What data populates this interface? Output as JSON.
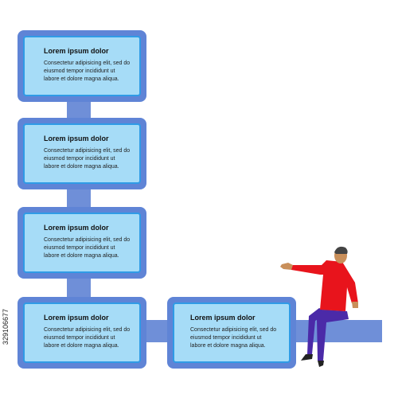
{
  "cards": [
    {
      "title": "Lorem ipsum dolor",
      "body": "Consectetur adipisicing elit, sed do\neiusmod tempor incididunt ut\nlabore et dolore magna aliqua."
    },
    {
      "title": "Lorem ipsum dolor",
      "body": "Consectetur adipisicing elit, sed do\neiusmod tempor incididunt ut\nlabore et dolore magna aliqua."
    },
    {
      "title": "Lorem ipsum dolor",
      "body": "Consectetur adipisicing elit, sed do\neiusmod tempor incididunt ut\nlabore et dolore magna aliqua."
    },
    {
      "title": "Lorem ipsum dolor",
      "body": "Consectetur adipisicing elit, sed do\neiusmod tempor incididunt ut\nlabore et dolore magna aliqua."
    },
    {
      "title": "Lorem ipsum dolor",
      "body": "Consectetur adipisicing elit, sed do\neiusmod tempor incididunt ut\nlabore et dolore magna aliqua."
    }
  ],
  "watermark_id": "329106677",
  "colors": {
    "card_frame": "#5f84d6",
    "card_fill": "#a6dcf7",
    "card_border": "#2f9be6",
    "connector": "#6f8fd8",
    "person_shirt": "#e8141c",
    "person_pants": "#4b2aa8"
  }
}
